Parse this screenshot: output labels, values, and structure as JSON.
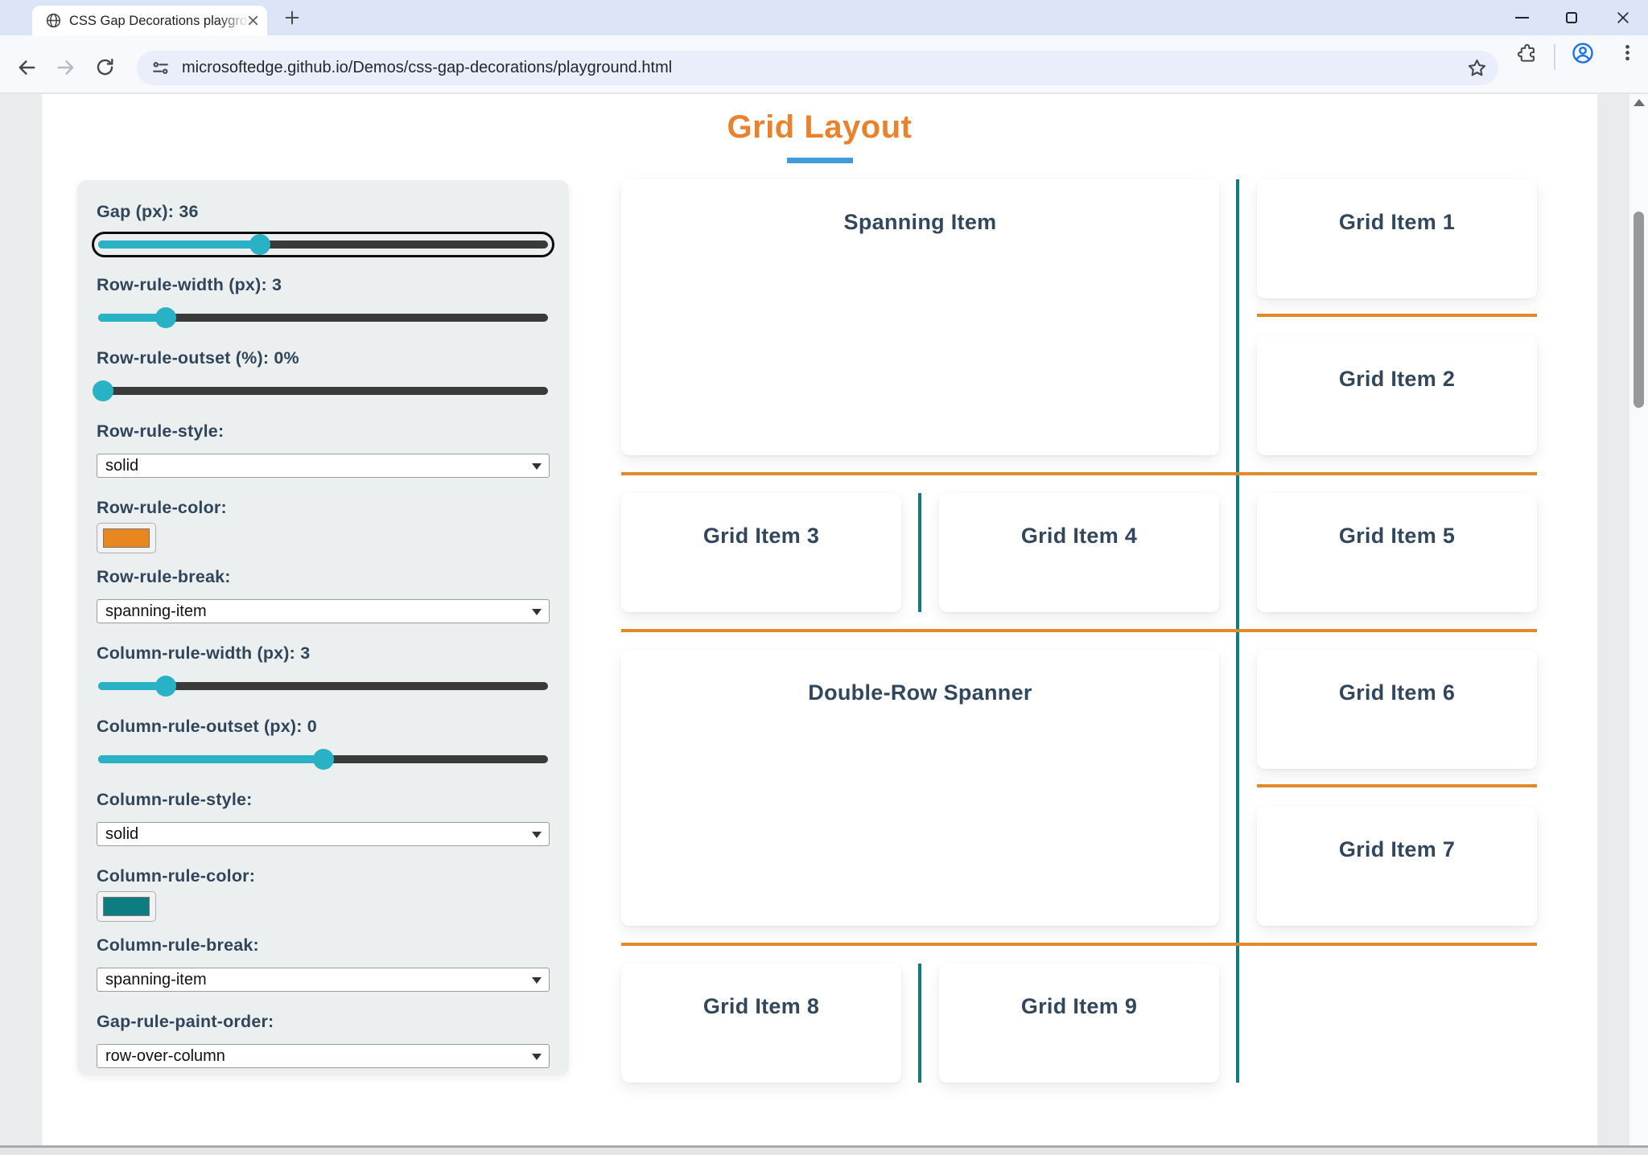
{
  "browser": {
    "tab_title": "CSS Gap Decorations playgroun",
    "url": "microsoftedge.github.io/Demos/css-gap-decorations/playground.html"
  },
  "page": {
    "title": "Grid Layout",
    "colors": {
      "title-orange": "#ea812c",
      "underline-blue": "#419ad9",
      "rule-orange": "#e2892b",
      "rule-teal": "#0e7c7e",
      "slider-teal": "#29b1c5"
    }
  },
  "controls": {
    "gap": {
      "label": "Gap (px): 36",
      "pct": 36,
      "focused": true
    },
    "row_rule_width": {
      "label": "Row-rule-width (px): 3",
      "pct": 15
    },
    "row_rule_outset": {
      "label": "Row-rule-outset (%): 0%",
      "pct": 1
    },
    "row_rule_style": {
      "label": "Row-rule-style:",
      "value": "solid"
    },
    "row_rule_color": {
      "label": "Row-rule-color:",
      "value": "#e8871f"
    },
    "row_rule_break": {
      "label": "Row-rule-break:",
      "value": "spanning-item"
    },
    "column_rule_width": {
      "label": "Column-rule-width (px): 3",
      "pct": 15
    },
    "column_rule_outset": {
      "label": "Column-rule-outset (px): 0",
      "pct": 50
    },
    "column_rule_style": {
      "label": "Column-rule-style:",
      "value": "solid"
    },
    "column_rule_color": {
      "label": "Column-rule-color:",
      "value": "#0c7d80"
    },
    "column_rule_break": {
      "label": "Column-rule-break:",
      "value": "spanning-item"
    },
    "gap_rule_paint_order": {
      "label": "Gap-rule-paint-order:",
      "value": "row-over-column"
    }
  },
  "grid": {
    "items": [
      {
        "label": "Spanning Item"
      },
      {
        "label": "Grid Item 1"
      },
      {
        "label": "Grid Item 2"
      },
      {
        "label": "Grid Item 3"
      },
      {
        "label": "Grid Item 4"
      },
      {
        "label": "Grid Item 5"
      },
      {
        "label": "Double-Row Spanner"
      },
      {
        "label": "Grid Item 6"
      },
      {
        "label": "Grid Item 7"
      },
      {
        "label": "Grid Item 8"
      },
      {
        "label": "Grid Item 9"
      }
    ]
  }
}
